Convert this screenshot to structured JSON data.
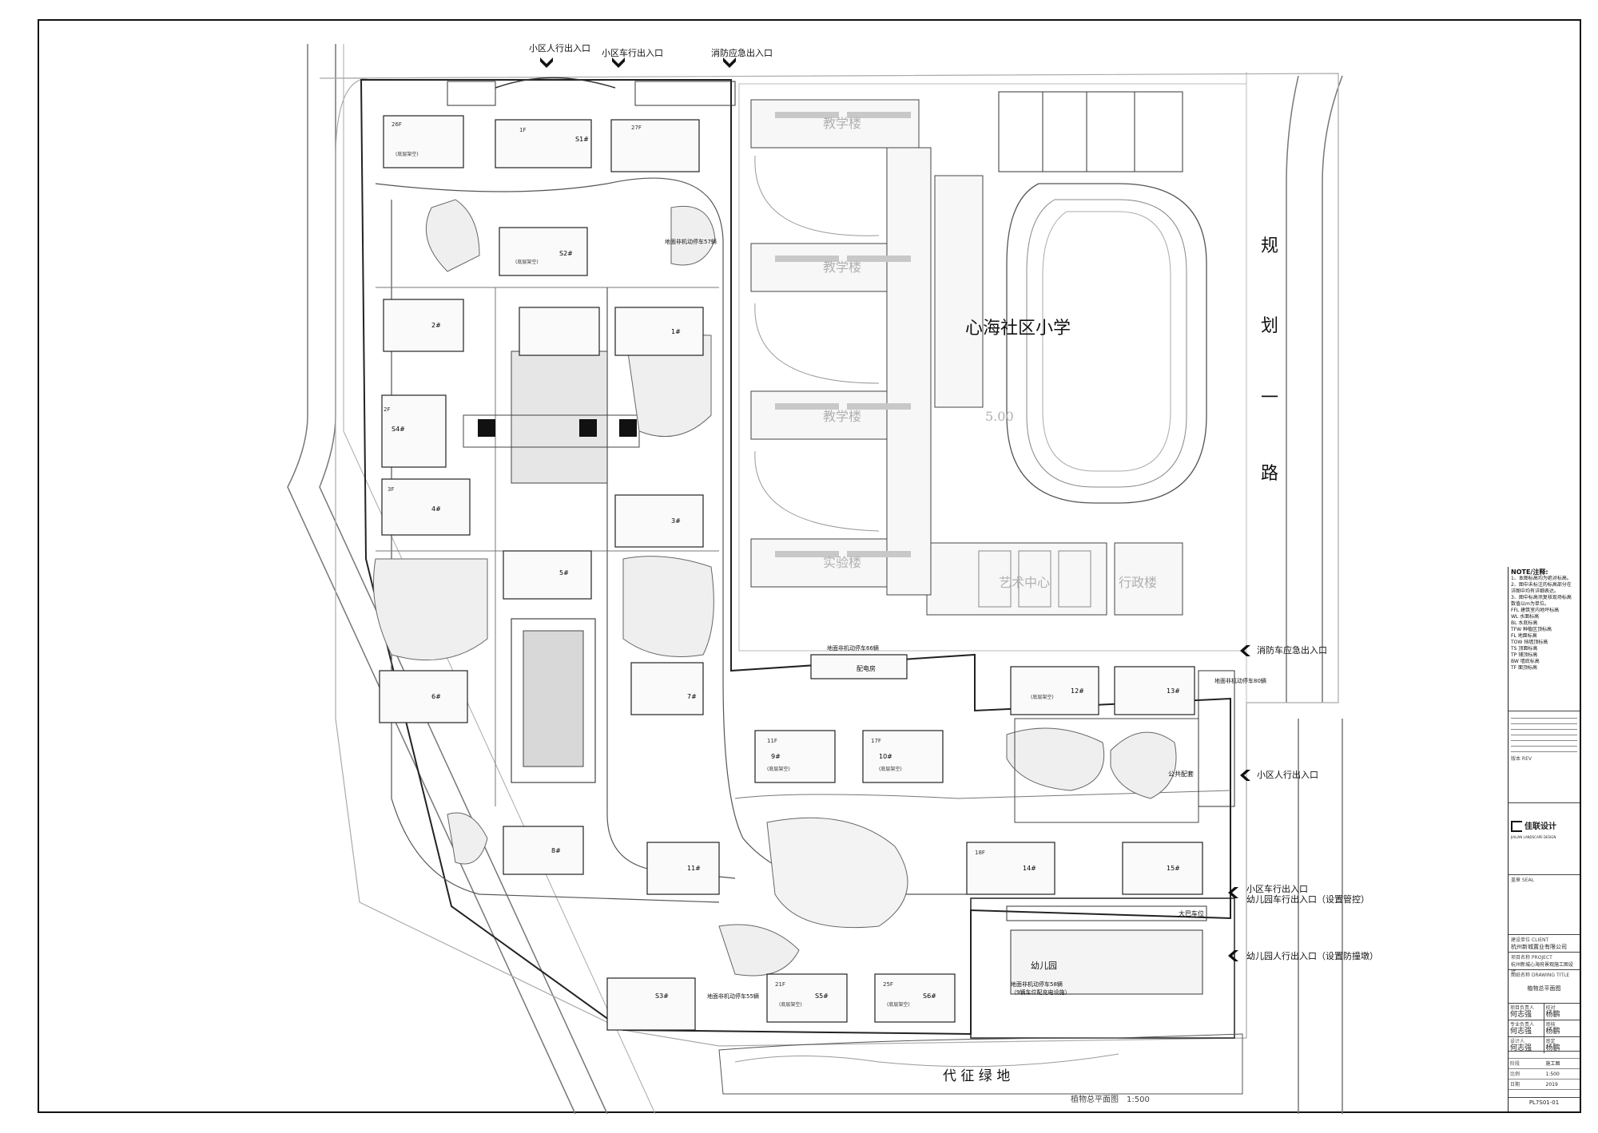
{
  "site": {
    "school_name": "心海社区小学",
    "school_elevation": "5.00",
    "road_name_chars": [
      "规",
      "划",
      "一",
      "路"
    ],
    "green_belt": "代 征 绿 地",
    "plan_title": "植物总平面图",
    "plan_scale": "1:500",
    "buildings": {
      "teaching_1": "教学楼",
      "teaching_2": "教学楼",
      "teaching_3": "教学楼",
      "lab": "实验楼",
      "art_center": "艺术中心",
      "admin": "行政楼",
      "kindergarten": "幼儿园",
      "public_facility": "公共配套",
      "bus_stop": "大巴车位",
      "power_room": "配电房"
    },
    "entrances": {
      "north_ped": "小区人行出入口",
      "north_car": "小区车行出入口",
      "north_fire": "消防应急出入口",
      "east_fire": "消防车应急出入口",
      "east_ped": "小区人行出入口",
      "east_car_1": "小区车行出入口",
      "east_car_2": "幼儿园车行出入口（设置管控）",
      "east_kg": "幼儿园人行出入口（设置防撞墩）"
    },
    "parking_notes": {
      "p1": "地面非机动停车57辆",
      "p2": "地面非机动停车66辆",
      "p3": "地面非机动停车80辆",
      "p4": "地面非机动停车55辆",
      "p5": "地面非机动停车58辆",
      "p6": "（9辆车位配充电设施）"
    },
    "tower_labels": [
      "S1#",
      "S2#",
      "1#",
      "2#",
      "3#",
      "4#",
      "5#",
      "6#",
      "7#",
      "8#",
      "9#",
      "10#",
      "11#",
      "12#",
      "13#",
      "14#",
      "15#",
      "S3#",
      "S4#",
      "S5#",
      "S6#"
    ],
    "floor_tags": [
      "26F",
      "27F",
      "1F",
      "2F",
      "3F",
      "11F",
      "17F",
      "18F",
      "21F",
      "25F"
    ],
    "plinth_note": "(底层架空)"
  },
  "title_block": {
    "note_title": "NOTE/注释:",
    "notes": [
      "1、本图标高均为绝对标高。",
      "2、图中未标注的标高部分在",
      "   详图中均有详细表达。",
      "3、图中标高须复核现场标高",
      "   数值以m为单位。",
      "FFL  建筑室内地坪标高",
      "WL   水面标高",
      "BL   水底标高",
      "TFW  种植区顶标高",
      "FL   地面标高",
      "TOW  挡墙顶标高",
      "TS   顶面标高",
      "TP   铺顶标高",
      "BW   墙底标高",
      "TF   面顶标高"
    ],
    "revision_label": "版本 REV",
    "company_name": "佳联设计",
    "company_sub": "JIALIAN LANDSCAPE DESIGN",
    "seal_label": "盖章 SEAL",
    "client_label": "建设单位 CLIENT",
    "client": "杭州新城置业有限公司",
    "project_label": "项目名称 PROJECT",
    "project": "杭州新城心海府景观施工图设计",
    "drawing_label": "图纸名称 DRAWING TITLE",
    "drawing": "植物总平面图",
    "sign_rows": [
      {
        "k": "项目负责人",
        "v": "何志强"
      },
      {
        "k": "专业负责人",
        "v": "何志强"
      },
      {
        "k": "设计人",
        "v": "何志强"
      },
      {
        "k": "校对",
        "v": "杨鹏"
      },
      {
        "k": "审核",
        "v": "杨鹏"
      },
      {
        "k": "审定",
        "v": "杨鹏"
      }
    ],
    "meta_rows": [
      {
        "k": "阶段",
        "v": "施工图"
      },
      {
        "k": "比例",
        "v": "1:500"
      },
      {
        "k": "日期",
        "v": "2019"
      }
    ],
    "drawing_no": "PL7S01-01"
  }
}
